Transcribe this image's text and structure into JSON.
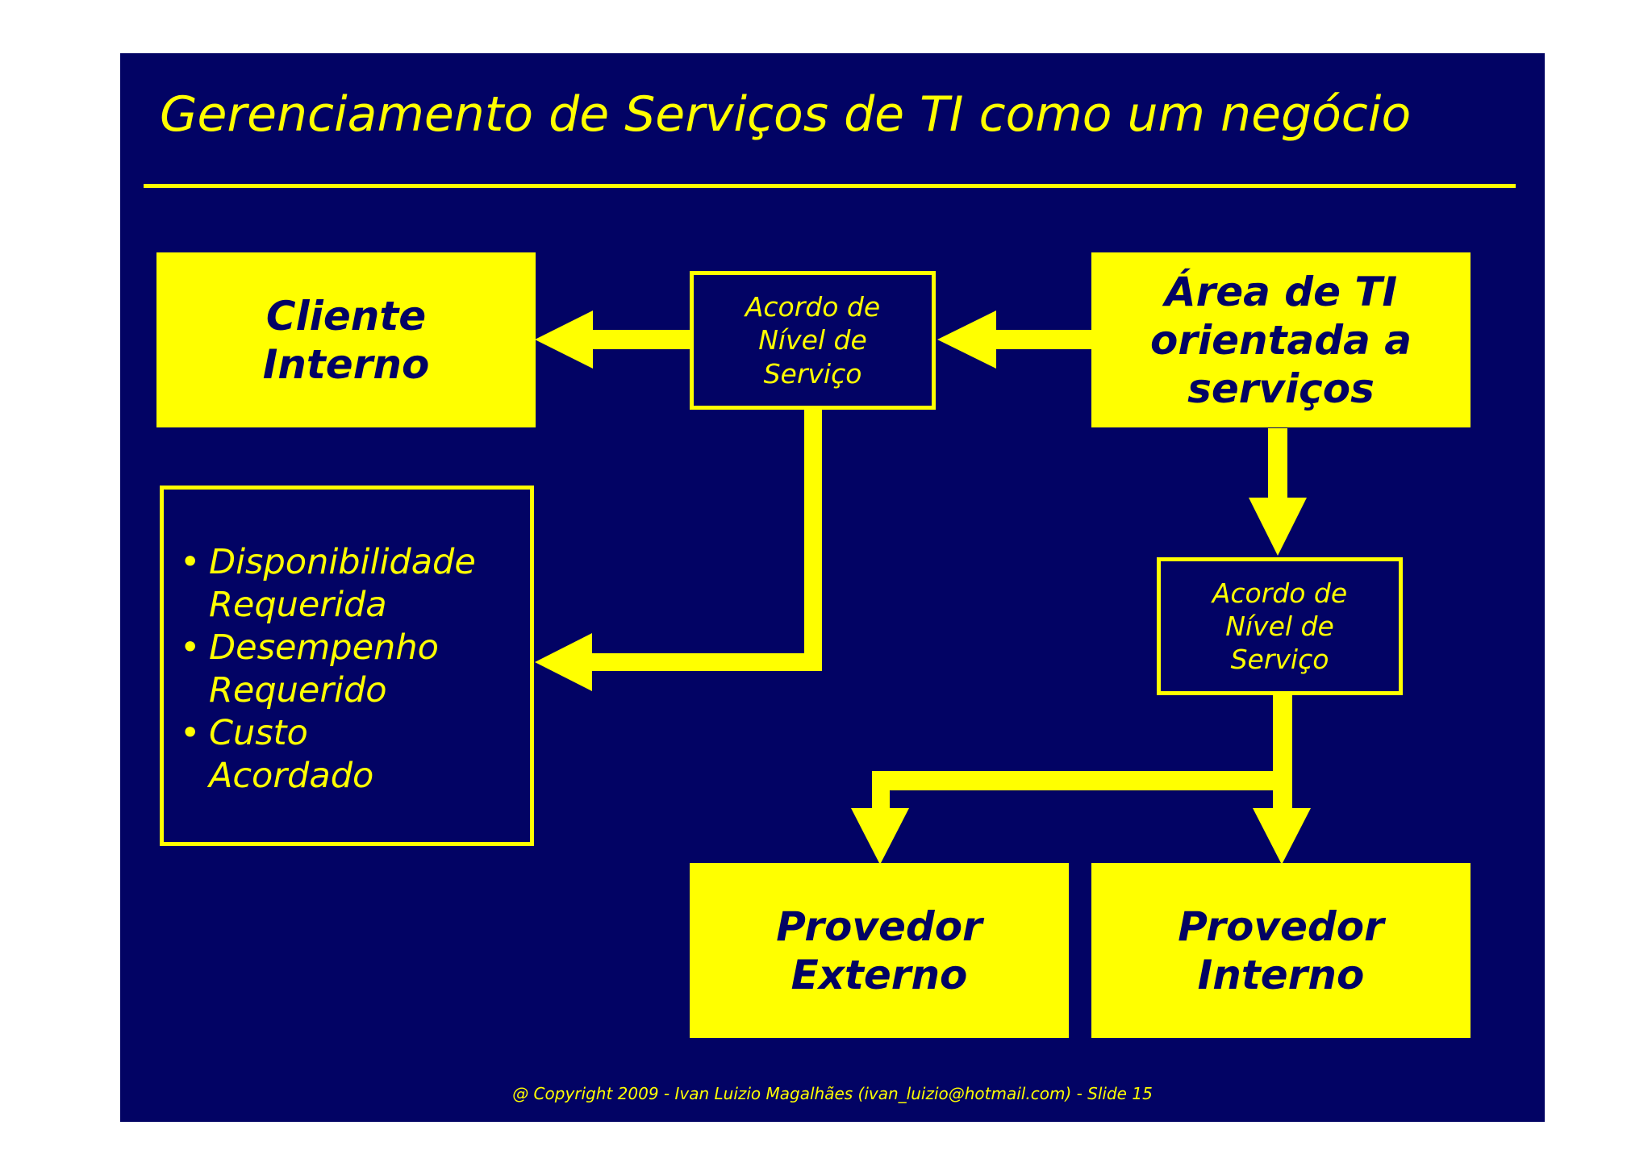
{
  "title": "Gerenciamento de Serviços de TI como um negócio",
  "boxes": {
    "cliente_interno": [
      "Cliente",
      "Interno"
    ],
    "area_ti": [
      "Área de TI",
      "orientada a",
      "serviços"
    ],
    "provedor_externo": [
      "Provedor",
      "Externo"
    ],
    "provedor_interno": [
      "Provedor",
      "Interno"
    ]
  },
  "sla_top": [
    "Acordo de",
    "Nível de",
    "Serviço"
  ],
  "sla_right": [
    "Acordo de",
    "Nível de",
    "Serviço"
  ],
  "requirements": [
    [
      "Disponibilidade",
      "Requerida"
    ],
    [
      "Desempenho",
      "Requerido"
    ],
    [
      "Custo",
      "Acordado"
    ]
  ],
  "bullet": "•",
  "footer": "@ Copyright 2009 - Ivan Luizio Magalhães (ivan_luizio@hotmail.com) - Slide 15",
  "colors": {
    "background": "#020364",
    "accent": "#ffff00"
  }
}
